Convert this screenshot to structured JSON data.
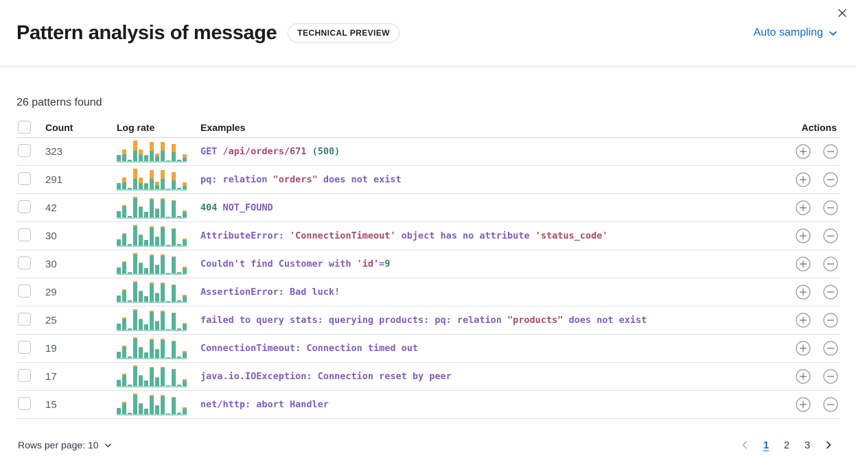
{
  "header": {
    "title": "Pattern analysis of message",
    "badge": "TECHNICAL PREVIEW",
    "sampling_label": "Auto sampling"
  },
  "summary": "26 patterns found",
  "table": {
    "columns": {
      "count": "Count",
      "log_rate": "Log rate",
      "examples": "Examples",
      "actions": "Actions"
    }
  },
  "rows": [
    {
      "count": "323",
      "example": [
        {
          "t": "GET ",
          "c": "purple"
        },
        {
          "t": "/api/orders/671",
          "c": "red"
        },
        {
          "t": " ",
          "c": "purple"
        },
        {
          "t": "(500)",
          "c": "green"
        }
      ],
      "sparkline": {
        "teal": [
          0.3,
          0.35,
          0.06,
          0.5,
          0.32,
          0.28,
          0.5,
          0.22,
          0.5,
          0.05,
          0.45,
          0.08,
          0.16
        ],
        "orange": [
          0,
          0.22,
          0,
          0.5,
          0.26,
          0.02,
          0.45,
          0.16,
          0.45,
          0,
          0.4,
          0,
          0.16
        ]
      }
    },
    {
      "count": "291",
      "example": [
        {
          "t": "pq: relation ",
          "c": "purple"
        },
        {
          "t": "\"orders\"",
          "c": "red"
        },
        {
          "t": " does not exist",
          "c": "purple"
        }
      ],
      "sparkline": {
        "teal": [
          0.3,
          0.33,
          0.06,
          0.5,
          0.3,
          0.28,
          0.5,
          0.2,
          0.5,
          0.05,
          0.45,
          0.08,
          0.16
        ],
        "orange": [
          0,
          0.24,
          0,
          0.5,
          0.28,
          0.02,
          0.45,
          0.18,
          0.45,
          0,
          0.4,
          0,
          0.16
        ]
      }
    },
    {
      "count": "42",
      "example": [
        {
          "t": "404",
          "c": "green"
        },
        {
          "t": " NOT_FOUND",
          "c": "purple"
        }
      ],
      "sparkline": {
        "teal": [
          0.3,
          0.55,
          0.06,
          0.92,
          0.5,
          0.28,
          0.88,
          0.4,
          0.88,
          0.05,
          0.8,
          0.08,
          0.28
        ],
        "orange": [
          0,
          0.04,
          0,
          0.07,
          0.04,
          0,
          0.06,
          0.03,
          0.06,
          0,
          0.05,
          0,
          0.05
        ]
      }
    },
    {
      "count": "30",
      "example": [
        {
          "t": "AttributeError: ",
          "c": "purple"
        },
        {
          "t": "'ConnectionTimeout'",
          "c": "red"
        },
        {
          "t": " object has no attribute ",
          "c": "purple"
        },
        {
          "t": "'status_code'",
          "c": "red"
        }
      ],
      "sparkline": {
        "teal": [
          0.3,
          0.55,
          0.06,
          0.92,
          0.5,
          0.28,
          0.88,
          0.4,
          0.88,
          0.05,
          0.8,
          0.08,
          0.28
        ],
        "orange": [
          0,
          0.04,
          0,
          0.07,
          0.04,
          0,
          0.06,
          0.03,
          0.06,
          0,
          0.05,
          0,
          0.05
        ]
      }
    },
    {
      "count": "30",
      "example": [
        {
          "t": "Couldn't find Customer with ",
          "c": "purple"
        },
        {
          "t": "'id'",
          "c": "red"
        },
        {
          "t": "=",
          "c": "purple"
        },
        {
          "t": "9",
          "c": "green"
        }
      ],
      "sparkline": {
        "teal": [
          0.3,
          0.55,
          0.06,
          0.92,
          0.5,
          0.28,
          0.88,
          0.4,
          0.88,
          0.05,
          0.8,
          0.08,
          0.28
        ],
        "orange": [
          0,
          0.04,
          0,
          0.07,
          0.04,
          0,
          0.06,
          0.03,
          0.06,
          0,
          0.05,
          0,
          0.05
        ]
      }
    },
    {
      "count": "29",
      "example": [
        {
          "t": "AssertionError: Bad luck!",
          "c": "purple"
        }
      ],
      "sparkline": {
        "teal": [
          0.3,
          0.55,
          0.06,
          0.92,
          0.5,
          0.28,
          0.88,
          0.4,
          0.88,
          0.05,
          0.8,
          0.08,
          0.28
        ],
        "orange": [
          0,
          0.04,
          0,
          0.07,
          0.04,
          0,
          0.06,
          0.03,
          0.06,
          0,
          0.05,
          0,
          0.05
        ]
      }
    },
    {
      "count": "25",
      "example": [
        {
          "t": "failed to query stats: querying products: pq: relation ",
          "c": "purple"
        },
        {
          "t": "\"products\"",
          "c": "red"
        },
        {
          "t": " does not exist",
          "c": "purple"
        }
      ],
      "sparkline": {
        "teal": [
          0.3,
          0.55,
          0.06,
          0.92,
          0.5,
          0.28,
          0.88,
          0.4,
          0.88,
          0.05,
          0.8,
          0.08,
          0.28
        ],
        "orange": [
          0,
          0.04,
          0,
          0.07,
          0.04,
          0,
          0.06,
          0.03,
          0.06,
          0,
          0.05,
          0,
          0.05
        ]
      }
    },
    {
      "count": "19",
      "example": [
        {
          "t": "ConnectionTimeout: Connection timed out",
          "c": "purple"
        }
      ],
      "sparkline": {
        "teal": [
          0.3,
          0.55,
          0.06,
          0.92,
          0.5,
          0.28,
          0.88,
          0.4,
          0.88,
          0.05,
          0.8,
          0.08,
          0.28
        ],
        "orange": [
          0,
          0.04,
          0,
          0.07,
          0.04,
          0,
          0.06,
          0.03,
          0.06,
          0,
          0.05,
          0,
          0.05
        ]
      }
    },
    {
      "count": "17",
      "example": [
        {
          "t": "java.io.IOException: Connection reset by peer",
          "c": "purple"
        }
      ],
      "sparkline": {
        "teal": [
          0.3,
          0.55,
          0.06,
          0.92,
          0.5,
          0.28,
          0.88,
          0.4,
          0.88,
          0.05,
          0.8,
          0.08,
          0.28
        ],
        "orange": [
          0,
          0.04,
          0,
          0.07,
          0.04,
          0,
          0.06,
          0.03,
          0.06,
          0,
          0.05,
          0,
          0.05
        ]
      }
    },
    {
      "count": "15",
      "example": [
        {
          "t": "net/http: abort Handler",
          "c": "purple"
        }
      ],
      "sparkline": {
        "teal": [
          0.3,
          0.55,
          0.06,
          0.92,
          0.5,
          0.28,
          0.88,
          0.4,
          0.88,
          0.05,
          0.8,
          0.08,
          0.28
        ],
        "orange": [
          0,
          0.04,
          0,
          0.07,
          0.04,
          0,
          0.06,
          0.03,
          0.06,
          0,
          0.05,
          0,
          0.05
        ]
      }
    }
  ],
  "footer": {
    "rows_per_page_label": "Rows per page: 10",
    "pages": [
      "1",
      "2",
      "3"
    ],
    "active_page": "1"
  },
  "colors": {
    "accent_blue": "#0b6bcb",
    "token_purple": "#7b5fbe",
    "token_red": "#aa4a68",
    "token_green": "#3b7d6e",
    "bar_teal": "#54b399",
    "bar_orange": "#f2a43c",
    "border": "#d3dae6"
  }
}
